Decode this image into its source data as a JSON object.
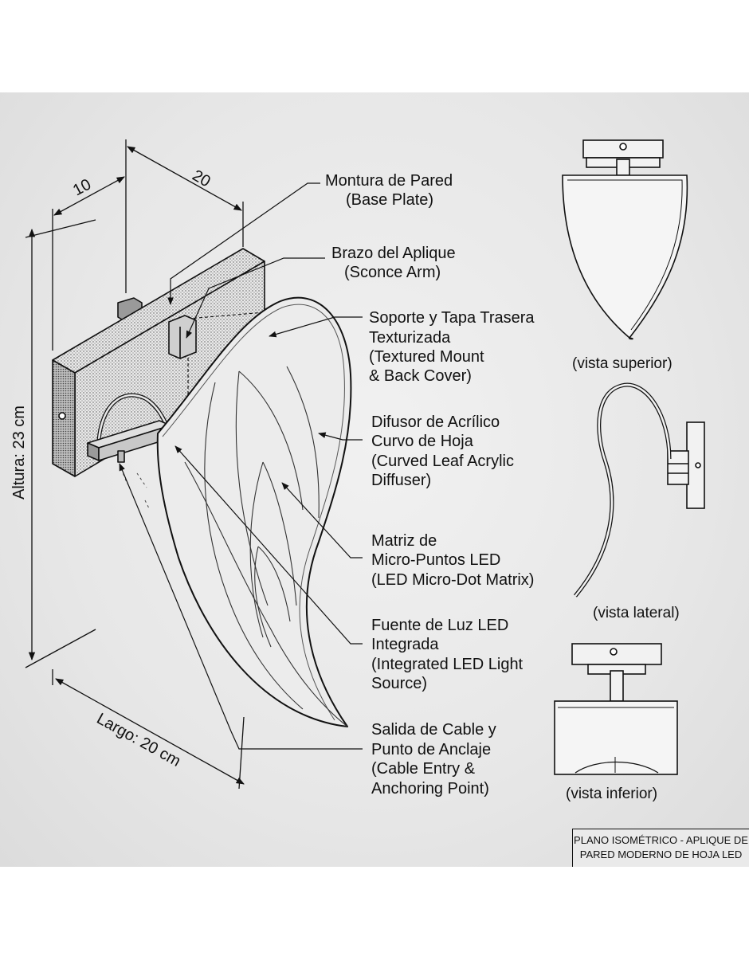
{
  "dimensions": {
    "depth": "10",
    "width": "20",
    "height": "Altura: 23 cm",
    "length": "Largo: 20 cm"
  },
  "callouts": [
    {
      "id": "base-plate",
      "lines": [
        "Montura de Pared",
        "(Base Plate)"
      ]
    },
    {
      "id": "sconce-arm",
      "lines": [
        "Brazo del Aplique",
        "(Sconce Arm)"
      ]
    },
    {
      "id": "textured-mount",
      "lines": [
        "Soporte y Tapa Trasera",
        "Texturizada",
        "(Textured Mount",
        "& Back Cover)"
      ]
    },
    {
      "id": "acrylic-diffuser",
      "lines": [
        "Difusor de Acrílico",
        "Curvo de Hoja",
        "(Curved Leaf Acrylic",
        "Diffuser)"
      ]
    },
    {
      "id": "led-matrix",
      "lines": [
        "Matriz de",
        "Micro-Puntos LED",
        "(LED Micro-Dot Matrix)"
      ]
    },
    {
      "id": "led-source",
      "lines": [
        "Fuente de Luz LED",
        "Integrada",
        "(Integrated LED Light",
        "Source)"
      ]
    },
    {
      "id": "cable-entry",
      "lines": [
        "Salida de Cable y",
        "Punto de Anclaje",
        "(Cable Entry &",
        "Anchoring Point)"
      ]
    }
  ],
  "views": {
    "top": "(vista superior)",
    "side": "(vista lateral)",
    "bottom": "(vista inferior)"
  },
  "title_block": {
    "line1": "PLANO ISOMÉTRICO - APLIQUE DE",
    "line2": "PARED MODERNO DE HOJA LED"
  }
}
